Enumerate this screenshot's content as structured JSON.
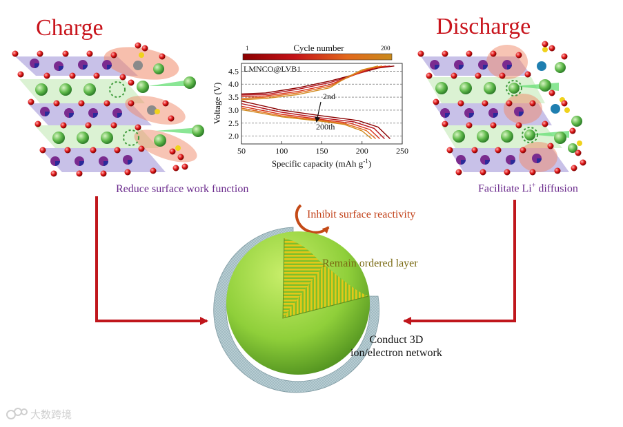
{
  "figure": {
    "charge_title": "Charge",
    "discharge_title": "Discharge",
    "left_caption": "Reduce surface work function",
    "right_caption_main": "Facilitate Li",
    "right_caption_sup": "+",
    "right_caption_tail": " diffusion",
    "inhibit_label": "Inhibit surface reactivity",
    "ordered_label": "Remain ordered layer",
    "conduct_line1": "Conduct 3D",
    "conduct_line2": "ion/electron network",
    "watermark": "大数跨境"
  },
  "colors": {
    "title_red": "#c8141c",
    "arrow_red": "#c0161c",
    "purple": "#6a2a8c",
    "sphere_green": "#8fcf3a",
    "shell_gray": "#b9cfd4",
    "stripe_yellow": "#d9c21c"
  },
  "chart_data": {
    "type": "line",
    "title": "",
    "annotation": "LMNCO@LVB1",
    "colorbar_label": "Cycle number",
    "colorbar_min": "1",
    "colorbar_max": "200",
    "xlabel": "Specific capacity (mAh g",
    "xlabel_sup": "-1",
    "xlabel_tail": ")",
    "ylabel": "Voltage (V)",
    "xlim": [
      50,
      250
    ],
    "ylim": [
      1.7,
      4.8
    ],
    "xticks": [
      "50",
      "100",
      "150",
      "200",
      "250"
    ],
    "yticks": [
      "2.0",
      "2.5",
      "3.0",
      "3.5",
      "4.0",
      "4.5"
    ],
    "cycle_labels": [
      "2nd",
      "200th"
    ],
    "series": [
      {
        "color": "#8b0000",
        "charge": [
          [
            50,
            3.62
          ],
          [
            80,
            3.66
          ],
          [
            120,
            3.86
          ],
          [
            160,
            4.12
          ],
          [
            200,
            4.45
          ],
          [
            220,
            4.62
          ],
          [
            240,
            4.7
          ]
        ],
        "discharge": [
          [
            50,
            3.35
          ],
          [
            100,
            3.0
          ],
          [
            150,
            2.78
          ],
          [
            195,
            2.6
          ],
          [
            220,
            2.35
          ],
          [
            235,
            1.9
          ]
        ]
      },
      {
        "color": "#b5121b",
        "charge": [
          [
            50,
            3.58
          ],
          [
            80,
            3.6
          ],
          [
            120,
            3.8
          ],
          [
            160,
            4.06
          ],
          [
            195,
            4.4
          ],
          [
            215,
            4.62
          ],
          [
            235,
            4.7
          ]
        ],
        "discharge": [
          [
            50,
            3.25
          ],
          [
            100,
            2.92
          ],
          [
            150,
            2.7
          ],
          [
            190,
            2.55
          ],
          [
            215,
            2.3
          ],
          [
            228,
            1.9
          ]
        ]
      },
      {
        "color": "#d6301a",
        "charge": [
          [
            50,
            3.52
          ],
          [
            80,
            3.55
          ],
          [
            120,
            3.72
          ],
          [
            160,
            3.98
          ],
          [
            190,
            4.35
          ],
          [
            210,
            4.6
          ],
          [
            230,
            4.7
          ]
        ],
        "discharge": [
          [
            50,
            3.15
          ],
          [
            100,
            2.84
          ],
          [
            150,
            2.64
          ],
          [
            185,
            2.5
          ],
          [
            210,
            2.25
          ],
          [
            222,
            1.9
          ]
        ]
      },
      {
        "color": "#e2681c",
        "charge": [
          [
            50,
            3.45
          ],
          [
            80,
            3.5
          ],
          [
            120,
            3.66
          ],
          [
            160,
            3.92
          ],
          [
            185,
            4.3
          ],
          [
            205,
            4.58
          ],
          [
            225,
            4.7
          ]
        ],
        "discharge": [
          [
            50,
            3.08
          ],
          [
            100,
            2.78
          ],
          [
            150,
            2.6
          ],
          [
            180,
            2.47
          ],
          [
            205,
            2.22
          ],
          [
            217,
            1.9
          ]
        ]
      },
      {
        "color": "#d18a1c",
        "charge": [
          [
            50,
            3.4
          ],
          [
            80,
            3.45
          ],
          [
            120,
            3.6
          ],
          [
            160,
            3.86
          ],
          [
            180,
            4.25
          ],
          [
            200,
            4.55
          ],
          [
            220,
            4.7
          ]
        ],
        "discharge": [
          [
            50,
            3.02
          ],
          [
            100,
            2.74
          ],
          [
            150,
            2.57
          ],
          [
            178,
            2.45
          ],
          [
            200,
            2.2
          ],
          [
            212,
            1.9
          ]
        ]
      }
    ]
  }
}
